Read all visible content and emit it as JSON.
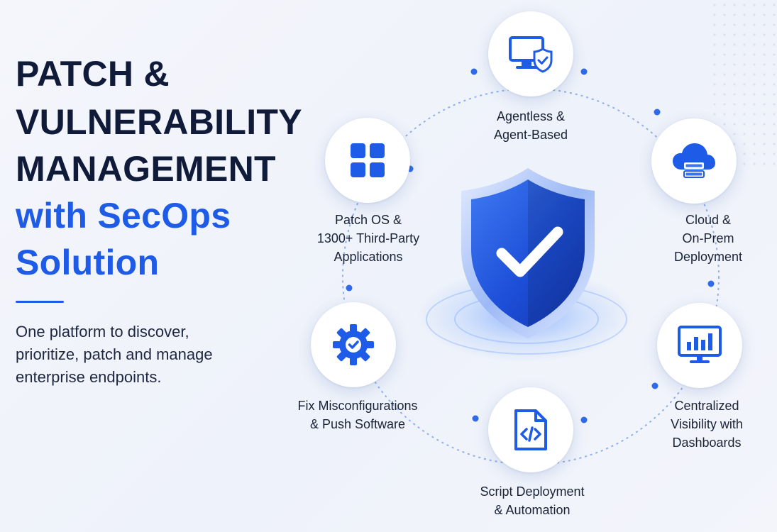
{
  "headline": {
    "line1": "PATCH &",
    "line2": "VULNERABILITY",
    "line3": "MANAGEMENT",
    "line4": "with SecOps",
    "line5": "Solution"
  },
  "tagline": {
    "line1": "One platform to discover,",
    "line2": "prioritize, patch and manage",
    "line3": "enterprise endpoints."
  },
  "features": [
    {
      "icon": "monitor-shield-icon",
      "lines": [
        "Agentless &",
        "Agent-Based"
      ]
    },
    {
      "icon": "cloud-server-icon",
      "lines": [
        "Cloud &",
        "On-Prem",
        "Deployment"
      ]
    },
    {
      "icon": "dashboard-chart-icon",
      "lines": [
        "Centralized",
        "Visibility with",
        "Dashboards"
      ]
    },
    {
      "icon": "script-file-icon",
      "lines": [
        "Script Deployment",
        "& Automation"
      ]
    },
    {
      "icon": "gear-check-icon",
      "lines": [
        "Fix Misconfigurations",
        "& Push Software"
      ]
    },
    {
      "icon": "apps-grid-icon",
      "lines": [
        "Patch OS &",
        "1300+ Third-Party",
        "Applications"
      ]
    }
  ],
  "colors": {
    "primary_blue": "#1e5be6",
    "navy_text": "#101b3a",
    "shield_blue": "#1d4fd8"
  }
}
